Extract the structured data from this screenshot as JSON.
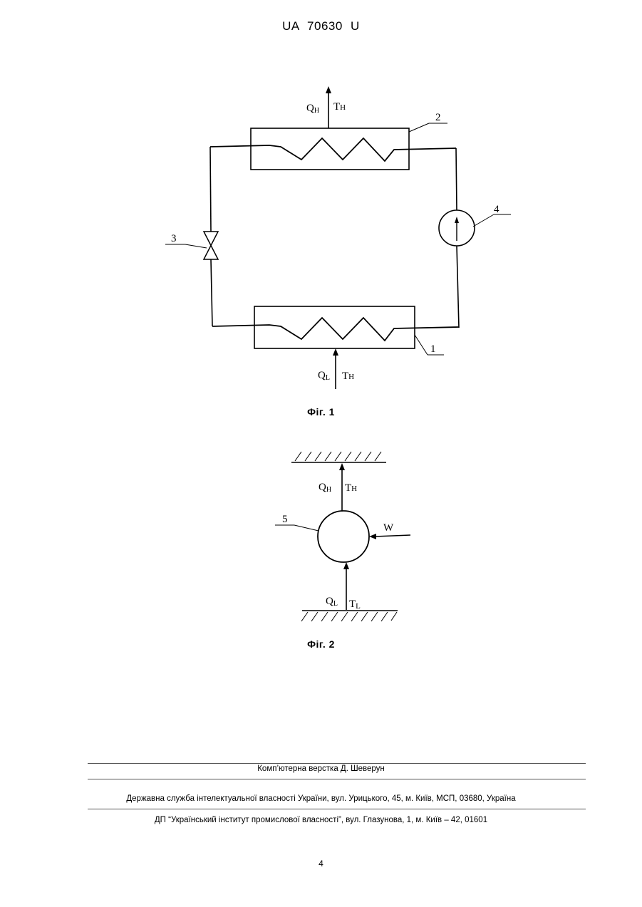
{
  "header": {
    "doc_number": "UA   70630   U"
  },
  "fig1": {
    "caption": "Фіг. 1",
    "top_flow_label": "Q",
    "top_flow_sub": "H",
    "top_temp_label": "T",
    "top_temp_sub": "H",
    "bottom_flow_label": "Q",
    "bottom_flow_sub": "L",
    "bottom_temp_label": "T",
    "bottom_temp_sub": "H",
    "label_condenser": "2",
    "label_evaporator": "1",
    "label_valve": "3",
    "label_compressor": "4"
  },
  "fig2": {
    "caption": "Фіг. 2",
    "top_flow_label": "Q",
    "top_flow_sub": "H",
    "top_temp_label": "T",
    "top_temp_sub": "H",
    "bottom_flow_label": "Q",
    "bottom_flow_sub": "L",
    "bottom_temp_label": "T",
    "bottom_temp_sub": "L",
    "work_label": "W",
    "label_machine": "5"
  },
  "footer": {
    "layout_credit": "Комп’ютерна верстка Д. Шеверун",
    "service": "Державна служба інтелектуальної власності України, вул. Урицького, 45, м. Київ, МСП, 03680, Україна",
    "institute": "ДП “Український інститут промислової власності”, вул. Глазунова, 1, м. Київ – 42, 01601"
  },
  "page_number": "4"
}
